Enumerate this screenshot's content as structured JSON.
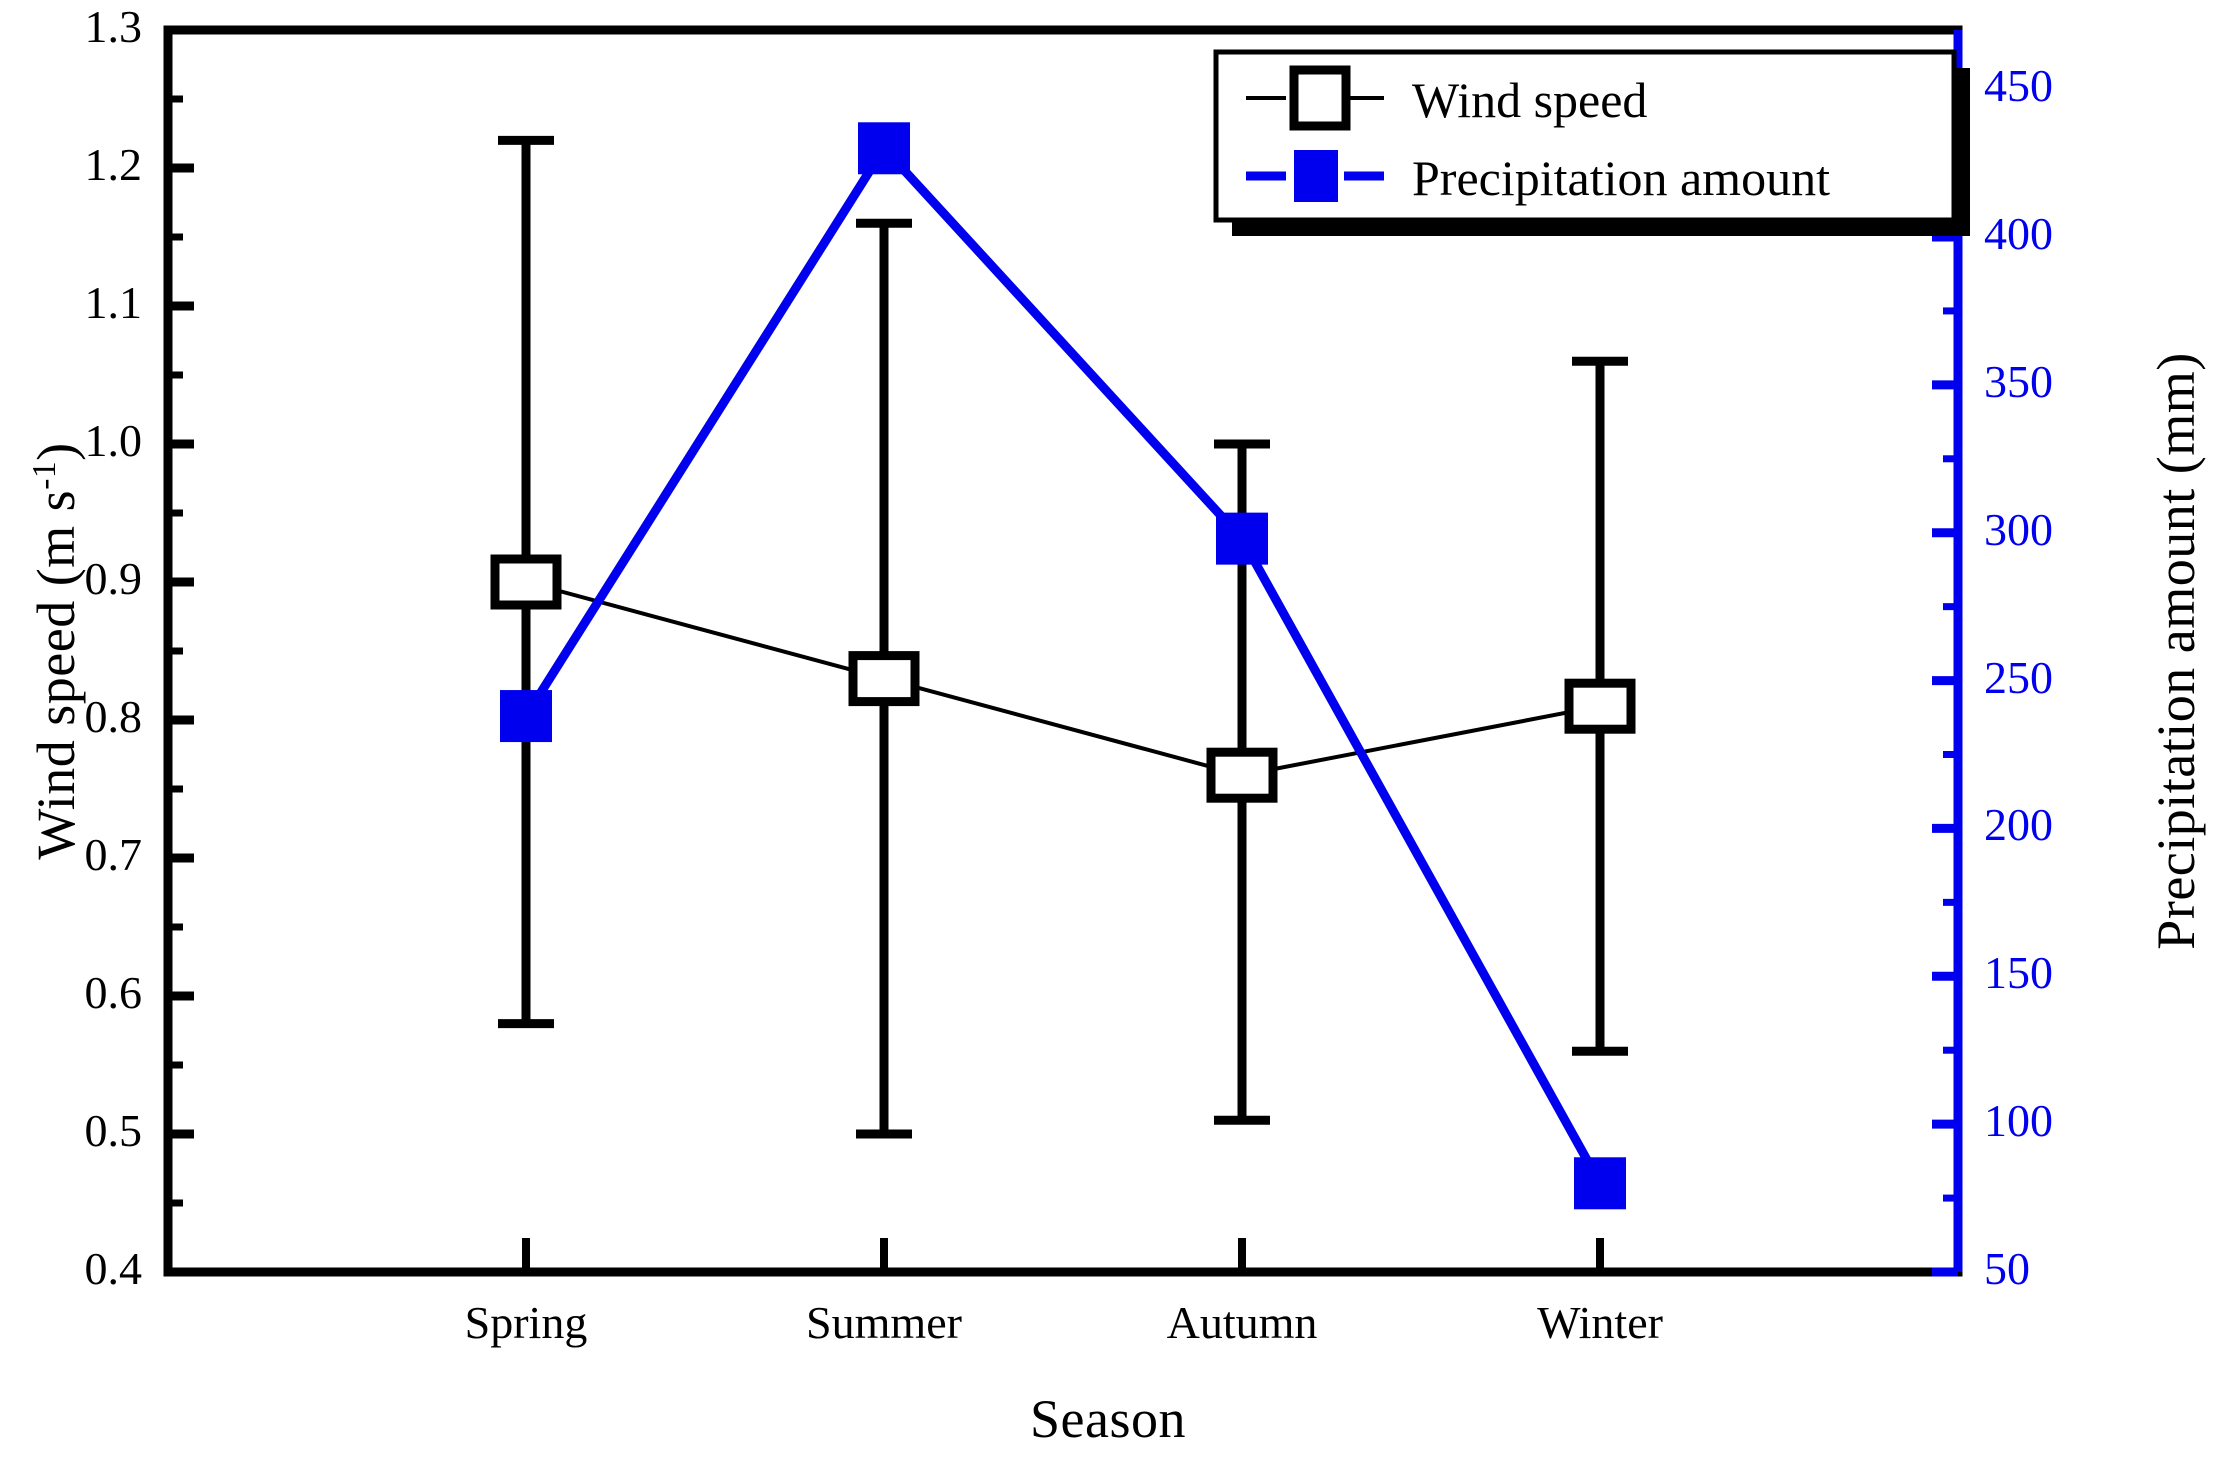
{
  "chart_data": {
    "type": "line",
    "title": "",
    "xlabel": "Season",
    "categories": [
      "Spring",
      "Summer",
      "Autumn",
      "Winter"
    ],
    "left_axis": {
      "label_plain": "Wind speed (m s-1)",
      "label_main": "Wind speed (m s",
      "label_sup": "-1",
      "label_tail": ")",
      "unit": "m s^-1",
      "ylim": [
        0.4,
        1.3
      ],
      "major_step": 0.1,
      "minor_step": 0.05,
      "tick_labels": [
        "1.3",
        "1.2",
        "1.1",
        "1.0",
        "0.9",
        "0.8",
        "0.7",
        "0.6",
        "0.5",
        "0.4"
      ],
      "tick_values": [
        1.3,
        1.2,
        1.1,
        1.0,
        0.9,
        0.8,
        0.7,
        0.6,
        0.5,
        0.4
      ],
      "color": "#000000"
    },
    "right_axis": {
      "label": "Precipitation amount (mm)",
      "unit": "mm",
      "ylim": [
        50,
        470
      ],
      "major_step": 50,
      "minor_step": 25,
      "tick_labels": [
        "450",
        "400",
        "350",
        "300",
        "250",
        "200",
        "150",
        "100",
        "50"
      ],
      "tick_values": [
        450,
        400,
        350,
        300,
        250,
        200,
        150,
        100,
        50
      ],
      "color": "#0000ee"
    },
    "grid": false,
    "legend_position": "top-right",
    "series": [
      {
        "name": "Wind speed",
        "axis": "left",
        "marker": "open-square",
        "color": "#000000",
        "values": [
          0.9,
          0.83,
          0.76,
          0.81
        ],
        "err_upper": [
          1.22,
          1.16,
          1.0,
          1.06
        ],
        "err_lower": [
          0.58,
          0.5,
          0.51,
          0.56
        ]
      },
      {
        "name": "Precipitation amount",
        "axis": "right",
        "marker": "filled-square",
        "color": "#0000ee",
        "values": [
          238,
          430,
          298,
          80
        ]
      }
    ]
  },
  "legend": {
    "items": [
      {
        "label": "Wind speed",
        "marker": "open-square",
        "color": "#000000"
      },
      {
        "label": "Precipitation amount",
        "marker": "filled-square",
        "color": "#0000ee"
      }
    ]
  },
  "axes": {
    "x_label": "Season",
    "left_label_main": "Wind speed (m s",
    "left_label_sup": "-1",
    "left_label_tail": ")",
    "right_label": "Precipitation amount (mm)"
  },
  "ticks": {
    "left": [
      "1.3",
      "1.2",
      "1.1",
      "1.0",
      "0.9",
      "0.8",
      "0.7",
      "0.6",
      "0.5",
      "0.4"
    ],
    "right": [
      "450",
      "400",
      "350",
      "300",
      "250",
      "200",
      "150",
      "100",
      "50"
    ],
    "categories": [
      "Spring",
      "Summer",
      "Autumn",
      "Winter"
    ]
  },
  "colors": {
    "precipitation": "#0000ee",
    "wind": "#000000",
    "background": "#ffffff"
  }
}
